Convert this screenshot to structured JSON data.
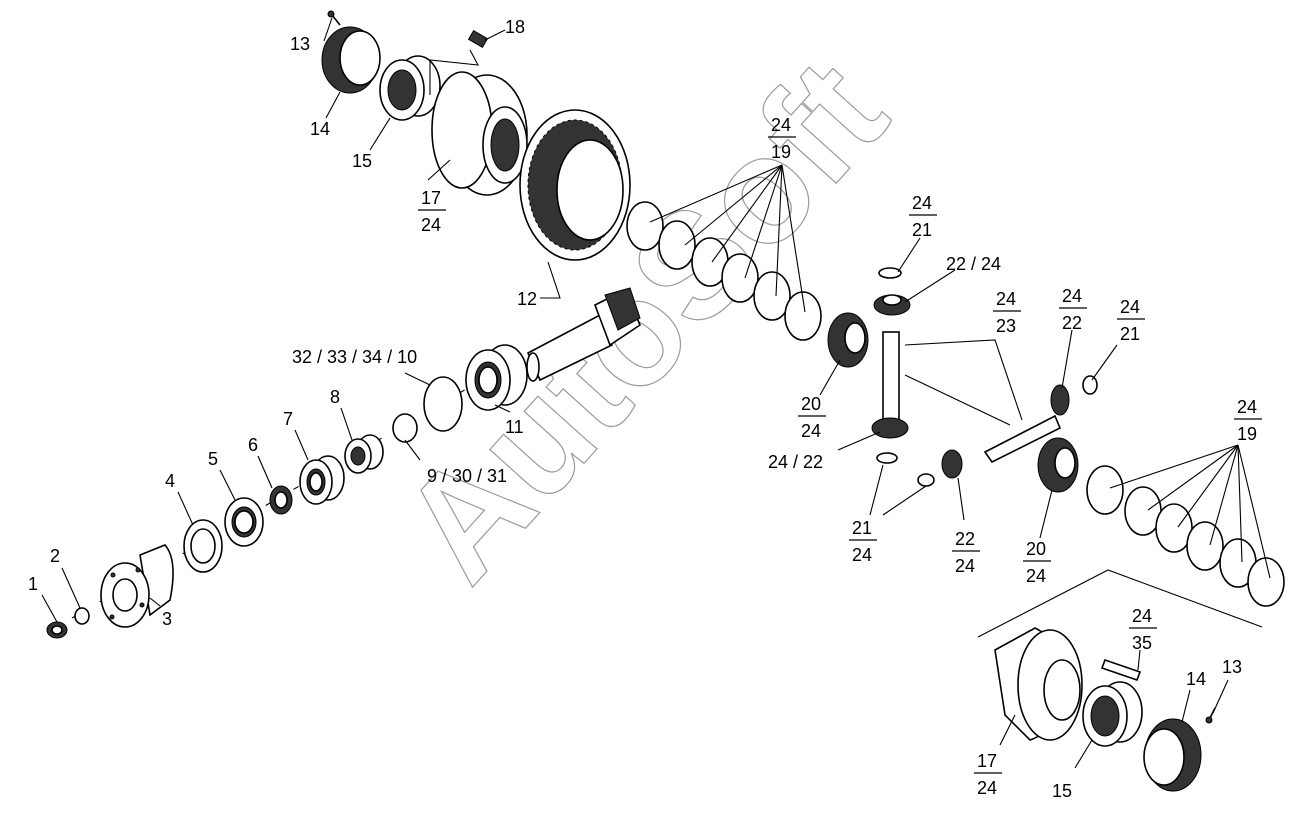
{
  "watermark": "AutoSoft",
  "labels": {
    "l1": "1",
    "l2": "2",
    "l3": "3",
    "l4": "4",
    "l5": "5",
    "l6": "6",
    "l7": "7",
    "l8": "8",
    "l9": "9 / 30 / 31",
    "l11": "11",
    "l12": "12",
    "l32": "32 / 33 / 34 / 10",
    "l13a": "13",
    "l14a": "14",
    "l15a": "15",
    "l18": "18",
    "l13b": "13",
    "l14b": "14",
    "l15b": "15",
    "l22_24": "22 / 24",
    "l24_22": "24 / 22"
  },
  "fractions": {
    "f17a": {
      "num": "17",
      "den": "24"
    },
    "f24_19a": {
      "num": "24",
      "den": "19"
    },
    "f24_21a": {
      "num": "24",
      "den": "21"
    },
    "f24_23": {
      "num": "24",
      "den": "23"
    },
    "f24_22": {
      "num": "24",
      "den": "22"
    },
    "f24_21b": {
      "num": "24",
      "den": "21"
    },
    "f20a": {
      "num": "20",
      "den": "24"
    },
    "f24_19b": {
      "num": "24",
      "den": "19"
    },
    "f21_24": {
      "num": "21",
      "den": "24"
    },
    "f22_24": {
      "num": "22",
      "den": "24"
    },
    "f20b": {
      "num": "20",
      "den": "24"
    },
    "f24_35": {
      "num": "24",
      "den": "35"
    },
    "f17b": {
      "num": "17",
      "den": "24"
    }
  }
}
